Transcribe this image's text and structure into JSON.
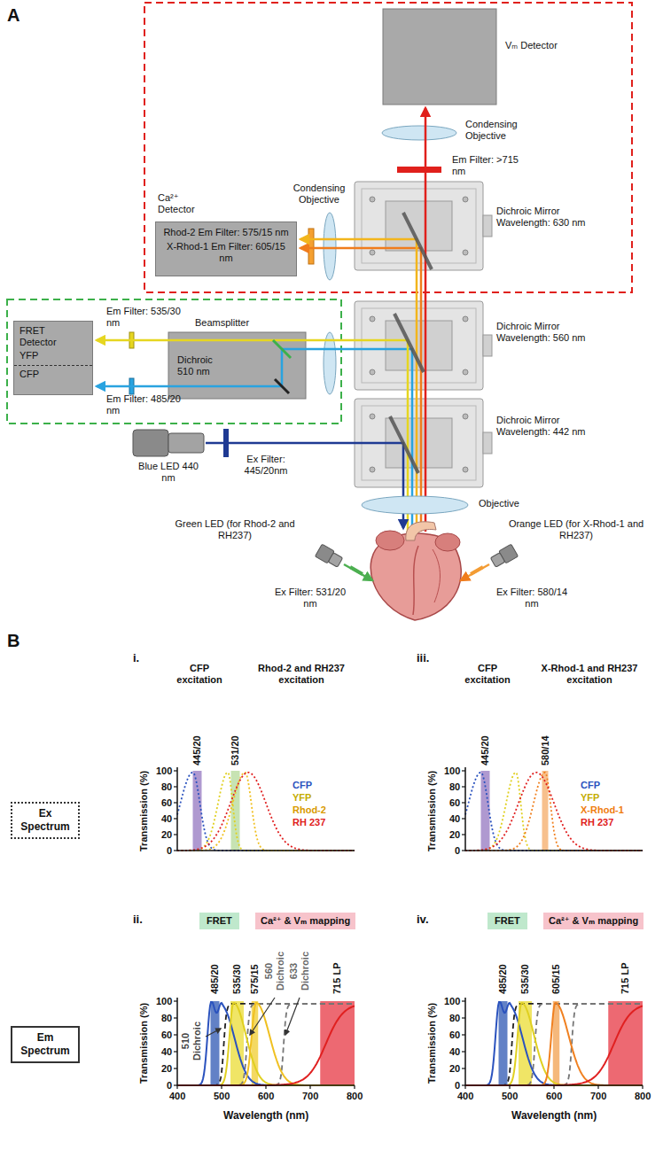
{
  "diagram": {
    "nodes": [
      {
        "text": [
          "Ca²⁺ Detector",
          "Rhod-2 Em Filter: 575/15 nm",
          "X-Rhod-1 Em Filter: 605/15 nm"
        ]
      },
      {
        "text": [
          "FRET Detector",
          "YFP",
          "CFP"
        ]
      },
      {
        "text": [
          "Beamsplitter",
          "Dichroic 510 nm"
        ]
      },
      {
        "text": [
          "Ex Spectrum"
        ]
      },
      {
        "text": [
          "FRET"
        ]
      },
      {
        "text": [
          "Ca²⁺ & Vₘ mapping"
        ]
      },
      {
        "text": [
          "FRET"
        ]
      },
      {
        "text": [
          "Ca²⁺ & Vₘ mapping"
        ]
      },
      {
        "text": [
          "Em Spectrum"
        ]
      }
    ],
    "labels": [
      "A",
      "Vₘ Detector",
      "Condensing Objective",
      "Em Filter: >715 nm",
      "Condensing Objective",
      "Dichroic Mirror Wavelength: 630 nm",
      "Em Filter: 535/30 nm",
      "Em Filter: 485/20 nm",
      "Dichroic Mirror Wavelength: 560 nm",
      "Blue LED 440 nm",
      "Ex Filter: 445/20nm",
      "Dichroic Mirror Wavelength: 442 nm",
      "Objective",
      "Green LED (for Rhod-2 and RH237)",
      "Orange LED (for X-Rhod-1 and RH237)",
      "Ex Filter: 531/20 nm",
      "Ex Filter: 580/14 nm",
      "B",
      "i.",
      "CFP excitation",
      "Rhod-2 and RH237 excitation",
      "445/20",
      "531/20",
      "Transmission (%)",
      "100",
      "80",
      "60",
      "40",
      "20",
      "0",
      "CFP",
      "YFP",
      "Rhod-2",
      "RH 237",
      "iii.",
      "CFP excitation",
      "X-Rhod-1 and RH237 excitation",
      "445/20",
      "580/14",
      "Transmission (%)",
      "100",
      "80",
      "60",
      "40",
      "20",
      "0",
      "CFP",
      "YFP",
      "X-Rhod-1",
      "RH 237",
      "ii.",
      "485/20",
      "535/30",
      "575/15",
      "560 Dichroic",
      "633 Dichroic",
      "715 LP",
      "510 Dichroic",
      "Transmission (%)",
      "100",
      "80",
      "60",
      "40",
      "20",
      "0",
      "400",
      "500",
      "600",
      "700",
      "800",
      "Wavelength (nm)",
      "iv.",
      "485/20",
      "535/30",
      "605/15",
      "715 LP",
      "Transmission (%)",
      "100",
      "80",
      "60",
      "40",
      "20",
      "0",
      "400",
      "500",
      "600",
      "700",
      "800",
      "Wavelength (nm)"
    ]
  }
}
